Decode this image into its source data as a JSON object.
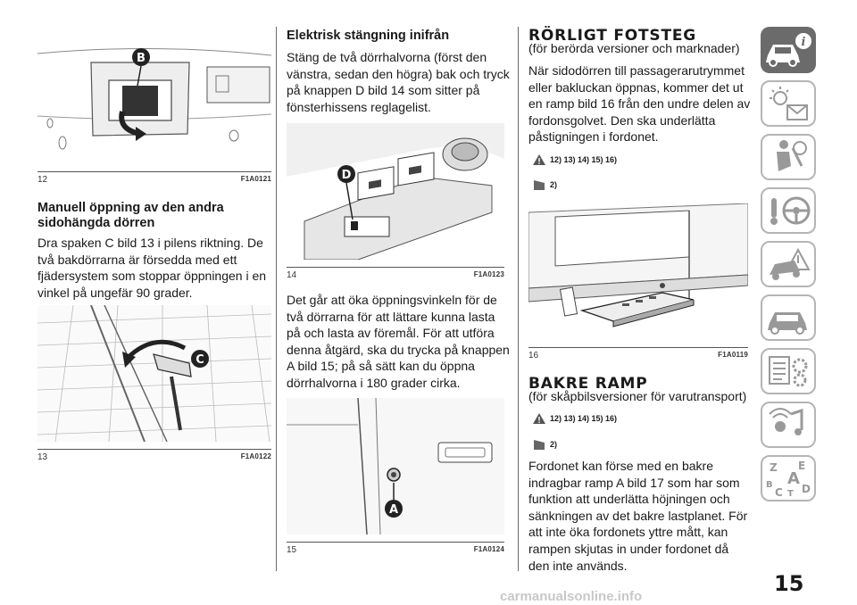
{
  "figures": {
    "f12": {
      "num": "12",
      "code": "F1A0121",
      "label": "B"
    },
    "f13": {
      "num": "13",
      "code": "F1A0122",
      "label": "C"
    },
    "f14": {
      "num": "14",
      "code": "F1A0123",
      "label": "D"
    },
    "f15": {
      "num": "15",
      "code": "F1A0124",
      "label": "A"
    },
    "f16": {
      "num": "16",
      "code": "F1A0119"
    }
  },
  "col1": {
    "heading": "Manuell öppning av den andra sidohängda dörren",
    "body": "Dra spaken C bild 13 i pilens riktning. De två bakdörrarna är försedda med ett fjädersystem som stoppar öppningen i en vinkel på ungefär 90 grader."
  },
  "col2": {
    "heading": "Elektrisk stängning inifrån",
    "body1": "Stäng de två dörrhalvorna (först den vänstra, sedan den högra) bak och tryck på knappen D bild 14 som sitter på fönsterhissens reglagelist.",
    "body2": "Det går att öka öppningsvinkeln för de två dörrarna för att lättare kunna lasta på och lasta av föremål. För att utföra denna åtgärd, ska du trycka på knappen A bild 15; på så sätt kan du öppna dörrhalvorna i 180 grader cirka."
  },
  "col3": {
    "s1_title": "RÖRLIGT FOTSTEG",
    "s1_sub": "(för berörda versioner och marknader)",
    "s1_body": "När sidodörren till passagerarutrymmet eller bakluckan öppnas, kommer det ut en ramp bild 16 från den undre delen av fordonsgolvet. Den ska underlätta påstigningen i fordonet.",
    "s1_warn1": "12) 13) 14) 15) 16)",
    "s1_warn2": "2)",
    "s2_title": "BAKRE RAMP",
    "s2_sub": "(för skåpbilsversioner för varutransport)",
    "s2_warn1": "12) 13) 14) 15) 16)",
    "s2_warn2": "2)",
    "s2_body": "Fordonet kan förse med en bakre indragbar ramp A bild 17 som har som funktion att underlätta höjningen och sänkningen av det bakre lastplanet. För att inte öka fordonets yttre mått, kan rampen skjutas in under fordonet då den inte används."
  },
  "tabs": [
    {
      "icon": "car-info-icon"
    },
    {
      "icon": "dashboard-lights-icon"
    },
    {
      "icon": "safety-seat-icon"
    },
    {
      "icon": "starting-driving-icon"
    },
    {
      "icon": "emergency-icon"
    },
    {
      "icon": "maintenance-icon"
    },
    {
      "icon": "technical-data-icon"
    },
    {
      "icon": "multimedia-icon"
    },
    {
      "icon": "index-icon"
    }
  ],
  "index_letters": [
    "Z",
    "E",
    "A",
    "B",
    "C",
    "T",
    "D"
  ],
  "page_number": "15",
  "footer": "carmanualsonline.info"
}
